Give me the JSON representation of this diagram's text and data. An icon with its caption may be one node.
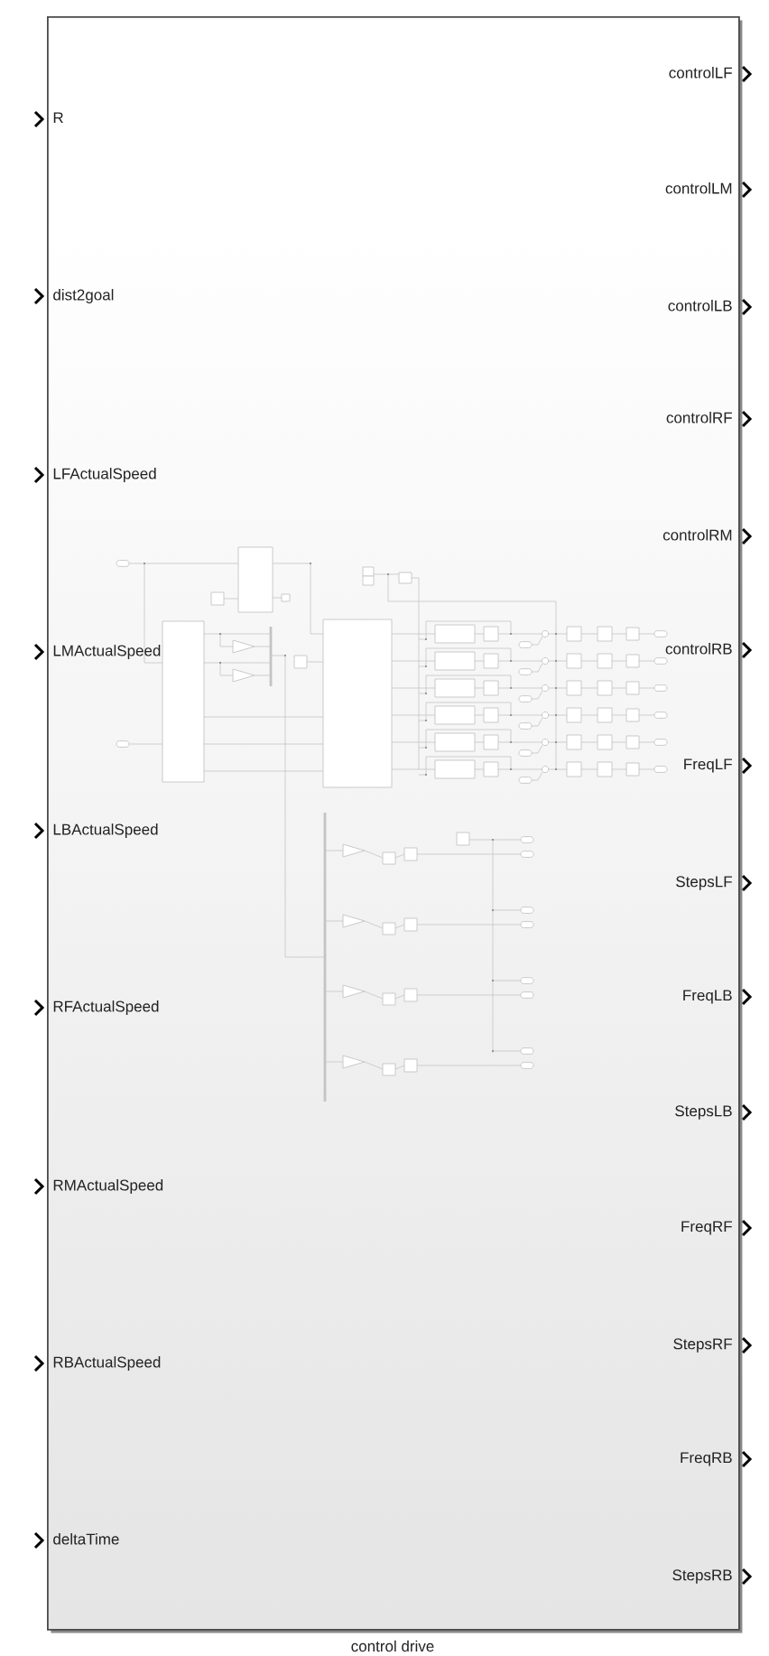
{
  "diagram": {
    "nodes": [
      {
        "text": [
          "control drive"
        ]
      }
    ],
    "edges": [],
    "labels": [
      "R",
      "dist2goal",
      "LFActualSpeed",
      "LMActualSpeed",
      "LBActualSpeed",
      "RFActualSpeed",
      "RMActualSpeed",
      "RBActualSpeed",
      "deltaTime",
      "controlLF",
      "controlLM",
      "controlLB",
      "controlRF",
      "controlRM",
      "controlRB",
      "FreqLF",
      "StepsLF",
      "FreqLB",
      "StepsLB",
      "FreqRF",
      "StepsRF",
      "FreqRB",
      "StepsRB"
    ]
  }
}
